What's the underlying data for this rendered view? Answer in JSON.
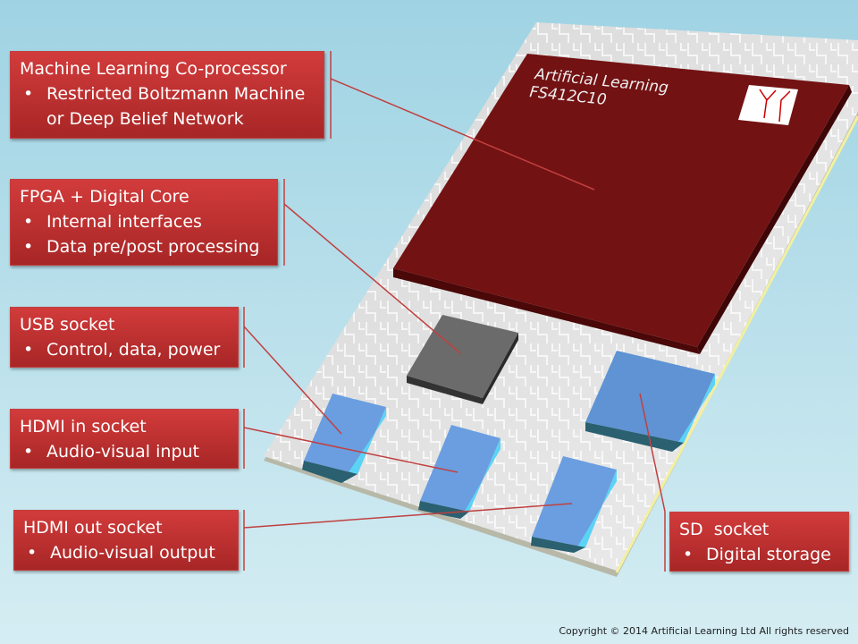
{
  "chip": {
    "brand": "Artificial Learning",
    "model": "FS412C10"
  },
  "labels": [
    {
      "title": "Machine Learning Co-processor",
      "items": [
        "Restricted Boltzmann Machine",
        "or Deep Belief Network"
      ]
    },
    {
      "title": "FPGA + Digital Core",
      "items": [
        "Internal interfaces",
        "Data pre/post processing"
      ]
    },
    {
      "title": "USB socket",
      "items": [
        "Control, data, power"
      ]
    },
    {
      "title": "HDMI in socket",
      "items": [
        "Audio-visual input"
      ]
    },
    {
      "title": "HDMI out socket",
      "items": [
        "Audio-visual output"
      ]
    },
    {
      "title": "SD  socket",
      "items": [
        "Digital storage"
      ]
    }
  ],
  "copyright": "Copyright © 2014 Artificial Learning Ltd All rights reserved",
  "colors": {
    "label": "#c03030",
    "chip": "#6e0f10",
    "socket": "#6a9ee0",
    "socket_side": "#5bd3f5"
  }
}
